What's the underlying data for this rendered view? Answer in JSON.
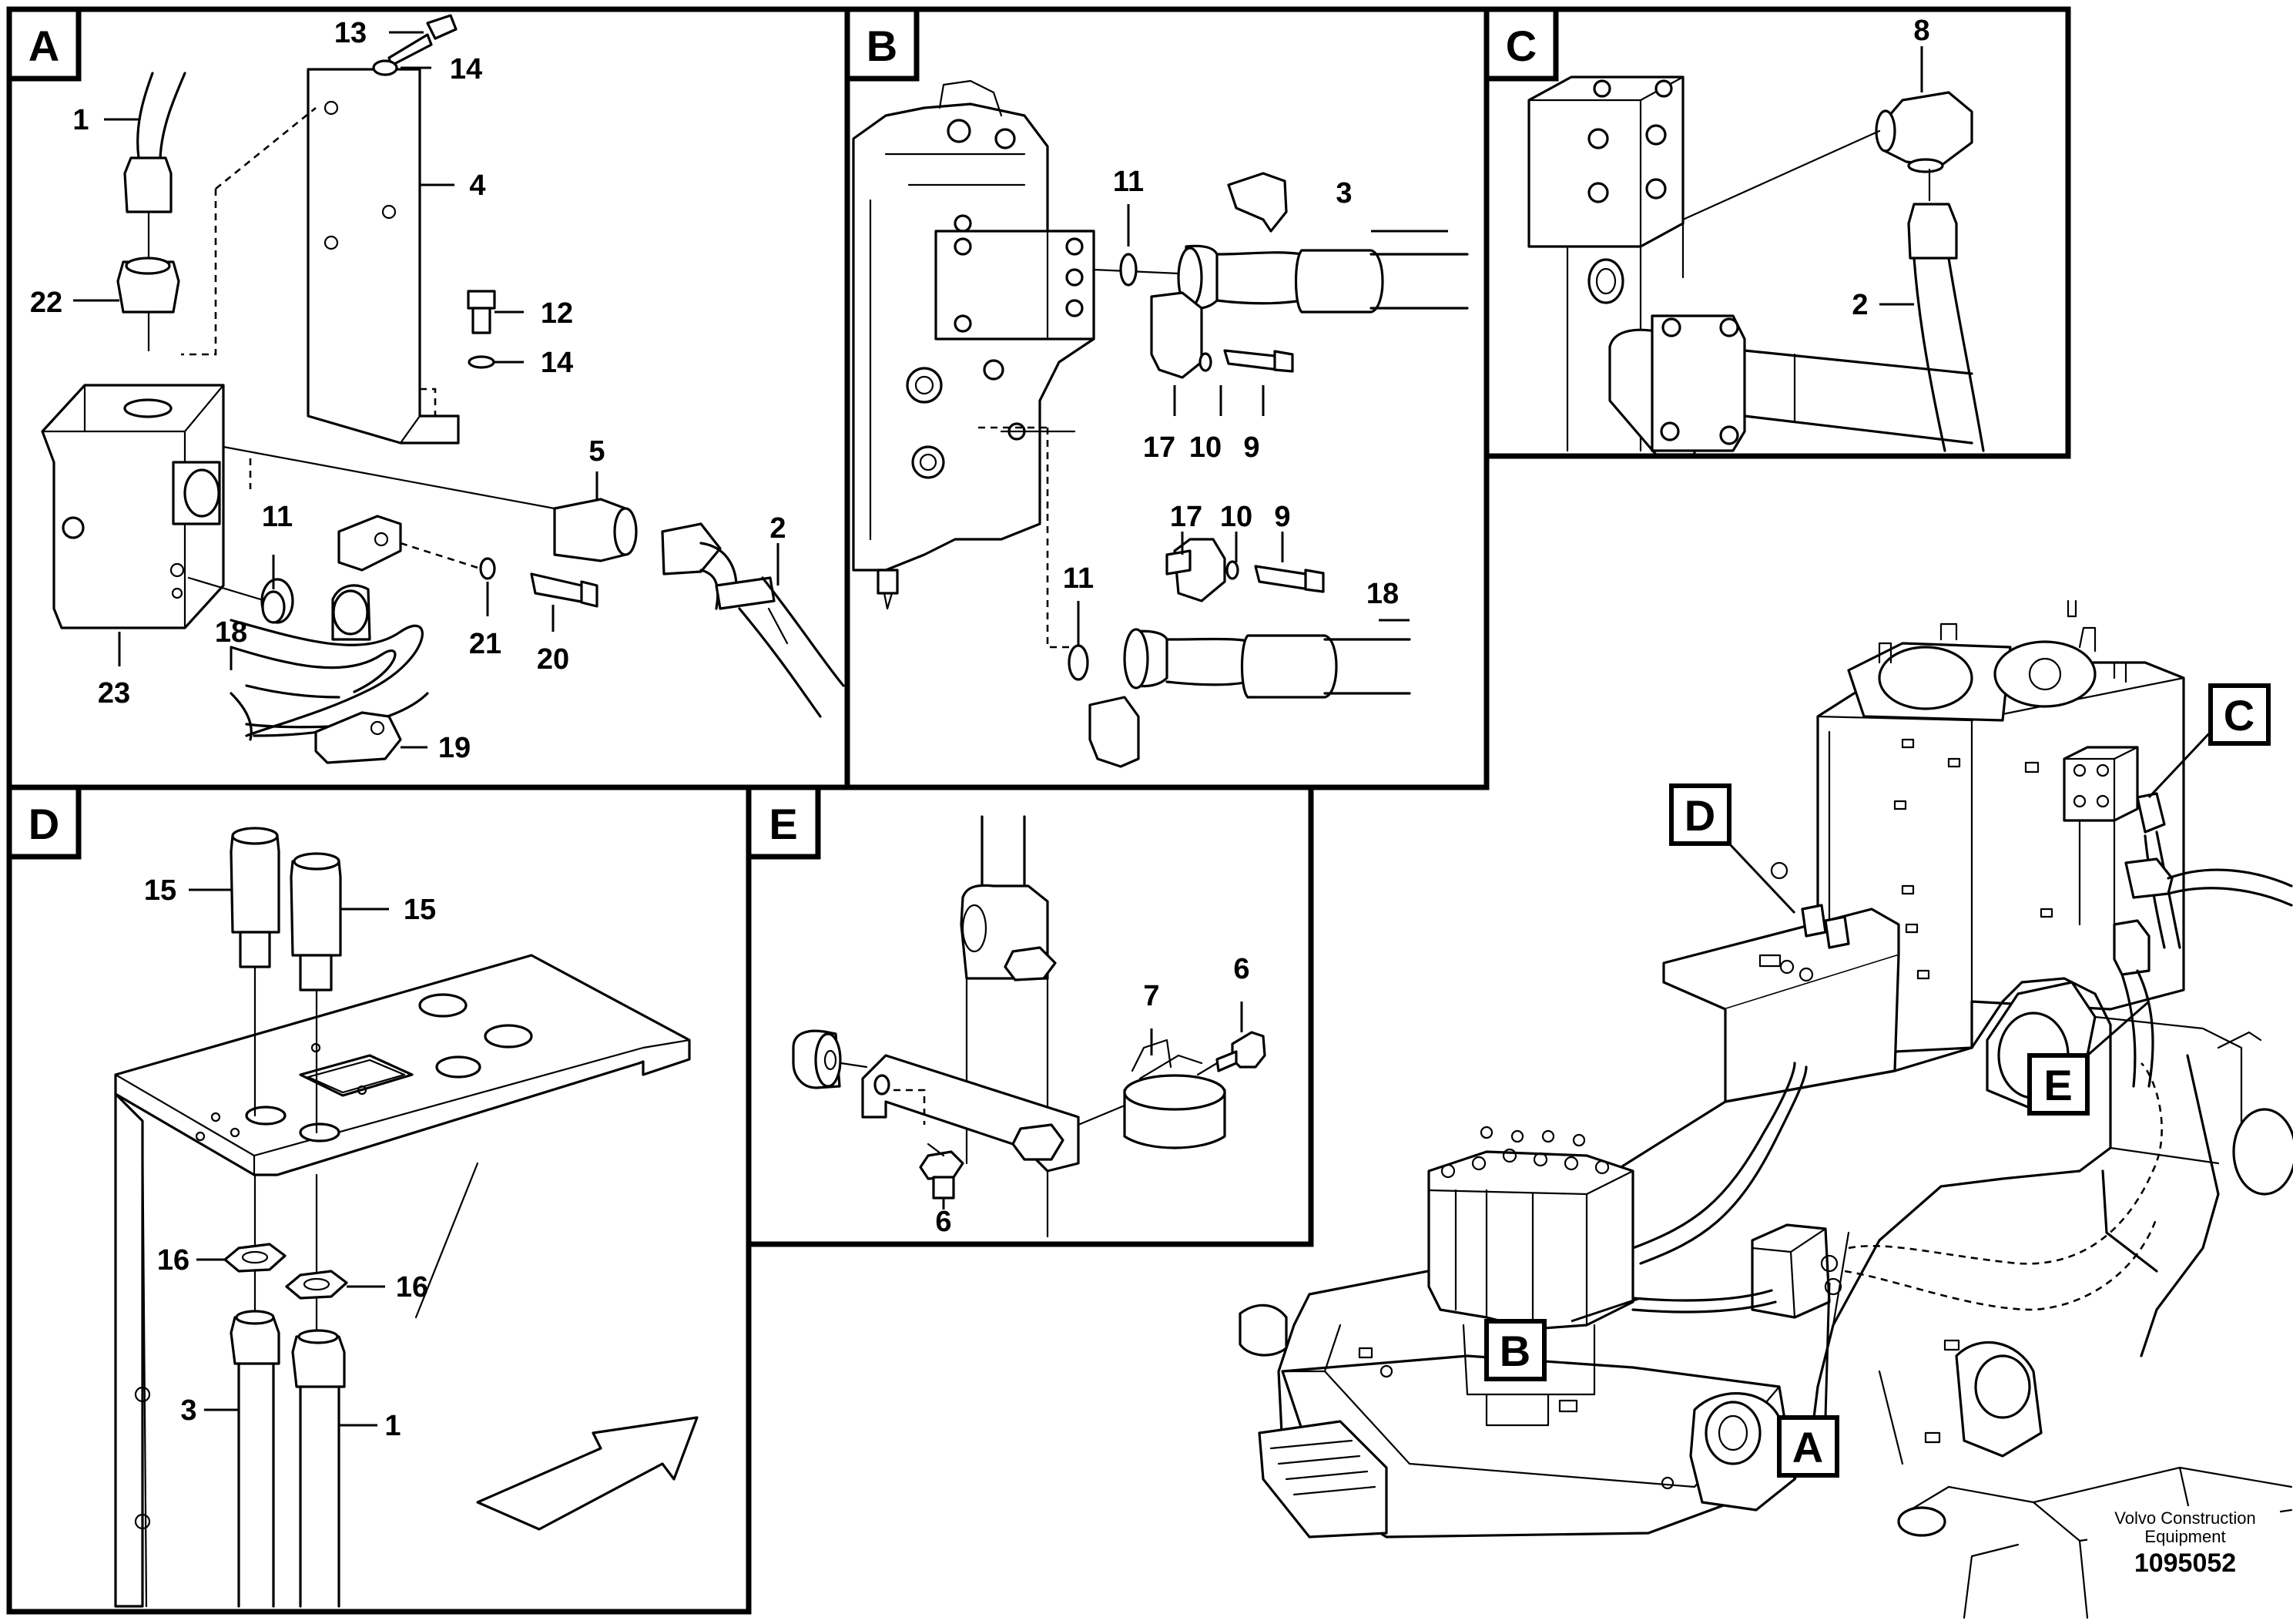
{
  "panels": {
    "a": "A",
    "b": "B",
    "c": "C",
    "d": "D",
    "e": "E"
  },
  "callouts": {
    "a_1": "1",
    "a_13": "13",
    "a_14_top": "14",
    "a_4": "4",
    "a_22": "22",
    "a_12": "12",
    "a_14_mid": "14",
    "a_5": "5",
    "a_11": "11",
    "a_2": "2",
    "a_18": "18",
    "a_21": "21",
    "a_20": "20",
    "a_23": "23",
    "a_19": "19",
    "b_11_top": "11",
    "b_3": "3",
    "b_17_top": "17",
    "b_10_top": "10",
    "b_9_top": "9",
    "b_17_mid": "17",
    "b_10_mid": "10",
    "b_9_mid": "9",
    "b_11_low": "11",
    "b_18": "18",
    "c_8": "8",
    "c_2": "2",
    "d_15_left": "15",
    "d_15_right": "15",
    "d_16_left": "16",
    "d_16_right": "16",
    "d_3": "3",
    "d_1": "1",
    "e_6_top": "6",
    "e_7": "7",
    "e_6_low": "6"
  },
  "overview_labels": {
    "a": "A",
    "b": "B",
    "c": "C",
    "d": "D",
    "e": "E"
  },
  "footer": {
    "brand_line1": "Volvo Construction",
    "brand_line2": "Equipment",
    "drawing_number": "1095052"
  }
}
